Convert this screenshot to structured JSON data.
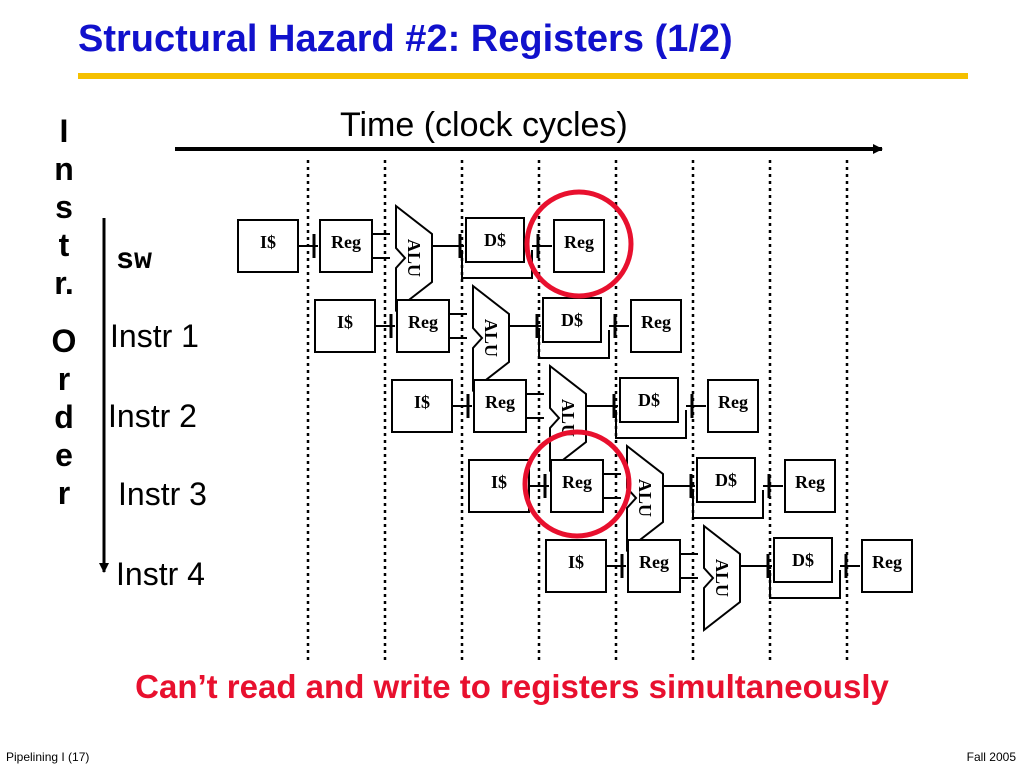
{
  "slide": {
    "title": "Structural Hazard #2: Registers (1/2)",
    "time_label": "Time (clock cycles)",
    "vertical_label": [
      "I",
      "n",
      "s",
      "t",
      "r.",
      "",
      "O",
      "r",
      "d",
      "e",
      "r"
    ],
    "instructions": [
      "sw",
      "Instr 1",
      "Instr 2",
      "Instr 3",
      "Instr 4"
    ],
    "stage_labels": {
      "ifetch": "I$",
      "reg_read": "Reg",
      "alu": "ALU",
      "dmem": "D$",
      "reg_write": "Reg"
    },
    "caption": "Can’t read and write to registers simultaneously",
    "footer_left": "Pipelining I (17)",
    "footer_right": "Fall 2005"
  },
  "colors": {
    "title": "#1111cc",
    "title_rule": "#f5c000",
    "caption": "#e8102e",
    "highlight_circle": "#e8102e"
  },
  "pipeline": {
    "stages_per_instruction": 5,
    "clock_cycle_dividers": 8,
    "highlights": [
      {
        "instruction": 0,
        "stage": "reg_write"
      },
      {
        "instruction": 3,
        "stage": "reg_read"
      }
    ]
  }
}
